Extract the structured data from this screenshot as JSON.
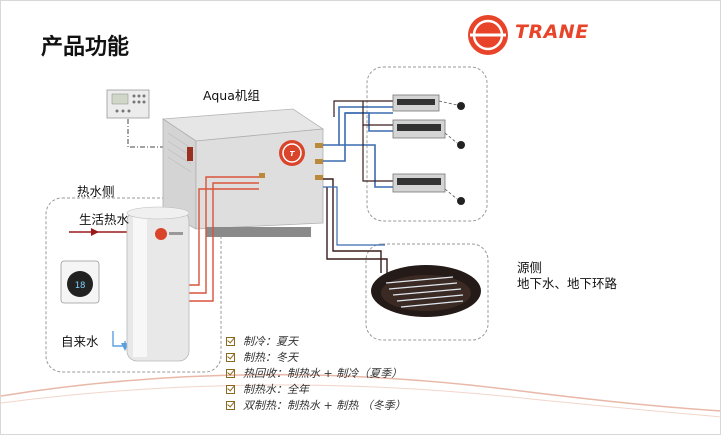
{
  "page": {
    "title": "产品功能",
    "brand": "TRANE"
  },
  "labels": {
    "unit": "Aqua机组",
    "hot_side": "热水侧",
    "domestic_hot_water": "生活热水",
    "tap_water": "自来水",
    "source_side": "源侧",
    "source_type": "地下水、地下环路"
  },
  "features": [
    {
      "text": "制冷：夏天"
    },
    {
      "text": "制热：冬天"
    },
    {
      "text": "热回收：制热水 + 制冷（夏季）"
    },
    {
      "text": "制热水：全年"
    },
    {
      "text": "双制热：制热水 + 制热 （冬季）"
    }
  ],
  "colors": {
    "brand_red": "#e8442a",
    "hot_pipe": "#d9533a",
    "cold_pipe": "#3a6bb0",
    "return_pipe": "#3a1d1d",
    "checkbox": "#8a6a1e"
  }
}
